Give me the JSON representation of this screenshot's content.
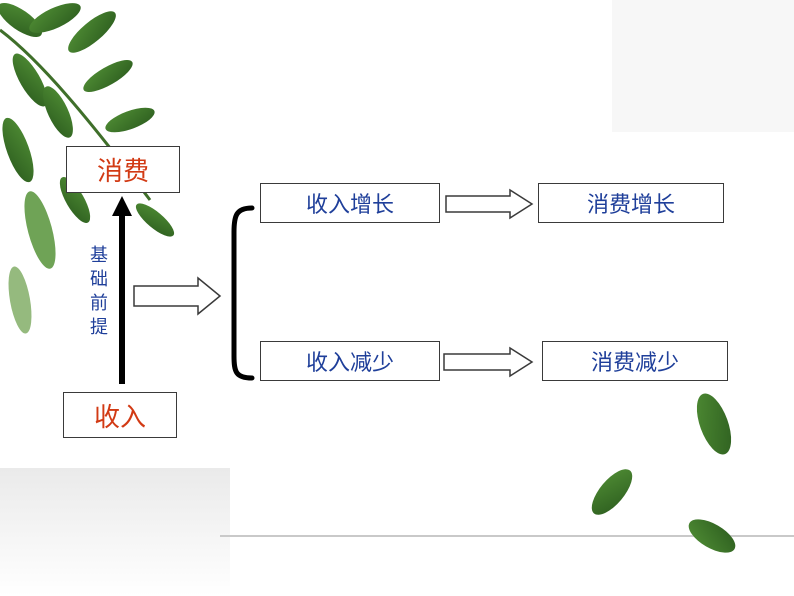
{
  "diagram": {
    "top_box": "消费",
    "bottom_box": "收入",
    "vertical_label": [
      "基",
      "础",
      "前",
      "提"
    ],
    "branches": [
      {
        "condition": "收入增长",
        "result": "消费增长"
      },
      {
        "condition": "收入减少",
        "result": "消费减少"
      }
    ]
  },
  "colors": {
    "box_text_red": "#d23a14",
    "box_text_blue": "#1f3f9a",
    "leaf_dark": "#3f7a2c",
    "leaf_light": "#9bc47a",
    "horizon_line": "#c9c9c9"
  }
}
